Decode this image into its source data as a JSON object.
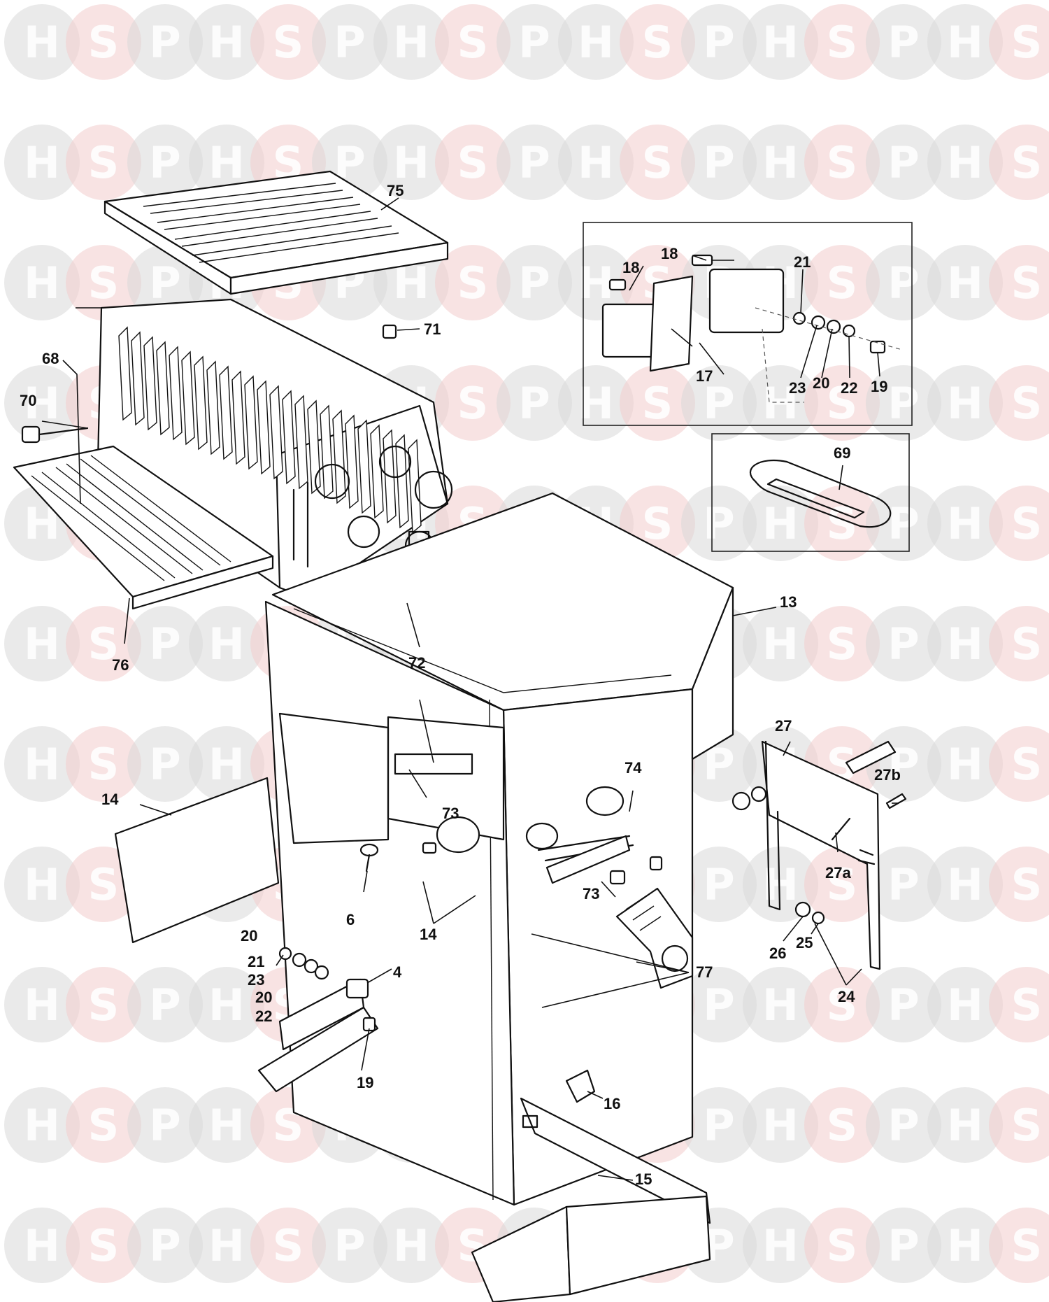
{
  "watermark": {
    "letters": [
      "H",
      "S",
      "P"
    ],
    "colors": {
      "H": "#d9d9d9",
      "S": "#f2cccc",
      "P": "#d9d9d9"
    },
    "center_logo_colors": [
      "#c6d3e6",
      "#f2cccc",
      "#c6d3e6"
    ]
  },
  "callouts": [
    {
      "id": "c75",
      "text": "75"
    },
    {
      "id": "c71",
      "text": "71"
    },
    {
      "id": "c68",
      "text": "68"
    },
    {
      "id": "c70",
      "text": "70"
    },
    {
      "id": "c76",
      "text": "76"
    },
    {
      "id": "c72",
      "text": "72"
    },
    {
      "id": "c13",
      "text": "13"
    },
    {
      "id": "c18a",
      "text": "18"
    },
    {
      "id": "c18b",
      "text": "18"
    },
    {
      "id": "c21a",
      "text": "21"
    },
    {
      "id": "c17",
      "text": "17"
    },
    {
      "id": "c23a",
      "text": "23"
    },
    {
      "id": "c20a",
      "text": "20"
    },
    {
      "id": "c22a",
      "text": "22"
    },
    {
      "id": "c19a",
      "text": "19"
    },
    {
      "id": "c69",
      "text": "69"
    },
    {
      "id": "c27",
      "text": "27"
    },
    {
      "id": "c27b",
      "text": "27b"
    },
    {
      "id": "c27a",
      "text": "27a"
    },
    {
      "id": "c26",
      "text": "26"
    },
    {
      "id": "c25",
      "text": "25"
    },
    {
      "id": "c24",
      "text": "24"
    },
    {
      "id": "c14a",
      "text": "14"
    },
    {
      "id": "c73a",
      "text": "73"
    },
    {
      "id": "c74",
      "text": "74"
    },
    {
      "id": "c73b",
      "text": "73"
    },
    {
      "id": "c6",
      "text": "6"
    },
    {
      "id": "c14b",
      "text": "14"
    },
    {
      "id": "c77",
      "text": "77"
    },
    {
      "id": "c20b",
      "text": "20"
    },
    {
      "id": "c21b",
      "text": "21"
    },
    {
      "id": "c23b",
      "text": "23"
    },
    {
      "id": "c20c",
      "text": "20"
    },
    {
      "id": "c22b",
      "text": "22"
    },
    {
      "id": "c4",
      "text": "4"
    },
    {
      "id": "c19b",
      "text": "19"
    },
    {
      "id": "c16",
      "text": "16"
    },
    {
      "id": "c15",
      "text": "15"
    }
  ]
}
